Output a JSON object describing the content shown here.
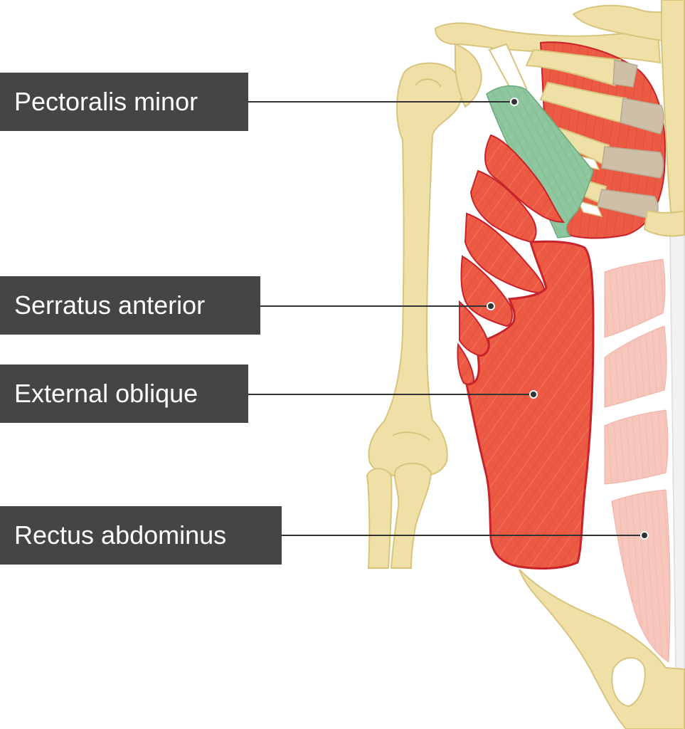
{
  "diagram": {
    "labels": [
      {
        "id": "pectoralis-minor",
        "text": "Pectoralis minor"
      },
      {
        "id": "serratus-anterior",
        "text": "Serratus anterior"
      },
      {
        "id": "external-oblique",
        "text": "External oblique"
      },
      {
        "id": "rectus-abdominus",
        "text": "Rectus abdominus"
      }
    ],
    "colors": {
      "label_background": "#454545",
      "label_text": "#ffffff",
      "bone": "#efe0a8",
      "bone_outline": "#d8c47c",
      "cartilage": "#cdbfa8",
      "muscle": "#ec5a44",
      "muscle_outline": "#c8232a",
      "muscle_highlight": "#e8867a",
      "muscle_green": "#8ec79e",
      "faded_muscle": "#f6c5bb",
      "leader_line": "#333333"
    }
  }
}
